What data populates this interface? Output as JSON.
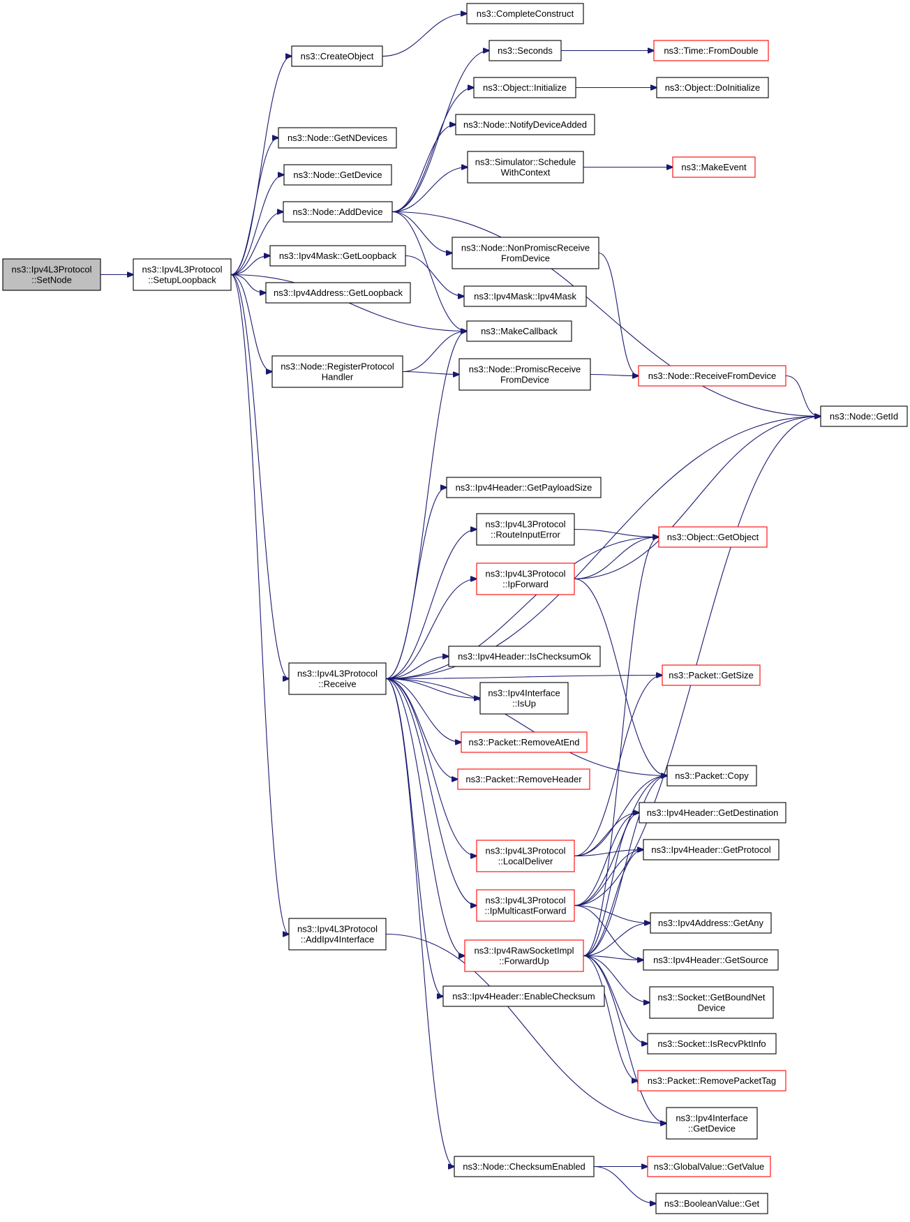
{
  "diagram": {
    "nodes": [
      {
        "id": "setnode",
        "lines": [
          "ns3::Ipv4L3Protocol",
          "::SetNode"
        ],
        "style": "root"
      },
      {
        "id": "setuploopback",
        "lines": [
          "ns3::Ipv4L3Protocol",
          "::SetupLoopback"
        ],
        "style": "normal"
      },
      {
        "id": "createobject",
        "lines": [
          "ns3::CreateObject"
        ],
        "style": "normal"
      },
      {
        "id": "completeconstruct",
        "lines": [
          "ns3::CompleteConstruct"
        ],
        "style": "normal"
      },
      {
        "id": "getndevices",
        "lines": [
          "ns3::Node::GetNDevices"
        ],
        "style": "normal"
      },
      {
        "id": "getdevice",
        "lines": [
          "ns3::Node::GetDevice"
        ],
        "style": "normal"
      },
      {
        "id": "adddevice",
        "lines": [
          "ns3::Node::AddDevice"
        ],
        "style": "normal"
      },
      {
        "id": "seconds",
        "lines": [
          "ns3::Seconds"
        ],
        "style": "normal"
      },
      {
        "id": "fromdouble",
        "lines": [
          "ns3::Time::FromDouble"
        ],
        "style": "red"
      },
      {
        "id": "initialize",
        "lines": [
          "ns3::Object::Initialize"
        ],
        "style": "normal"
      },
      {
        "id": "doinitialize",
        "lines": [
          "ns3::Object::DoInitialize"
        ],
        "style": "normal"
      },
      {
        "id": "notifydeviceadded",
        "lines": [
          "ns3::Node::NotifyDeviceAdded"
        ],
        "style": "normal"
      },
      {
        "id": "schedulewithcontext",
        "lines": [
          "ns3::Simulator::Schedule",
          "WithContext"
        ],
        "style": "normal"
      },
      {
        "id": "makeevent",
        "lines": [
          "ns3::MakeEvent"
        ],
        "style": "red"
      },
      {
        "id": "nonpromisc",
        "lines": [
          "ns3::Node::NonPromiscReceive",
          "FromDevice"
        ],
        "style": "normal"
      },
      {
        "id": "maskgetloopback",
        "lines": [
          "ns3::Ipv4Mask::GetLoopback"
        ],
        "style": "normal"
      },
      {
        "id": "ipv4mask",
        "lines": [
          "ns3::Ipv4Mask::Ipv4Mask"
        ],
        "style": "normal"
      },
      {
        "id": "addrgetloopback",
        "lines": [
          "ns3::Ipv4Address::GetLoopback"
        ],
        "style": "normal"
      },
      {
        "id": "makecallback",
        "lines": [
          "ns3::MakeCallback"
        ],
        "style": "normal"
      },
      {
        "id": "registerprotocol",
        "lines": [
          "ns3::Node::RegisterProtocol",
          "Handler"
        ],
        "style": "normal"
      },
      {
        "id": "promiscreceive",
        "lines": [
          "ns3::Node::PromiscReceive",
          "FromDevice"
        ],
        "style": "normal"
      },
      {
        "id": "receivefromdevice",
        "lines": [
          "ns3::Node::ReceiveFromDevice"
        ],
        "style": "red"
      },
      {
        "id": "getid",
        "lines": [
          "ns3::Node::GetId"
        ],
        "style": "normal"
      },
      {
        "id": "getpayloadsize",
        "lines": [
          "ns3::Ipv4Header::GetPayloadSize"
        ],
        "style": "normal"
      },
      {
        "id": "routeinputerror",
        "lines": [
          "ns3::Ipv4L3Protocol",
          "::RouteInputError"
        ],
        "style": "normal"
      },
      {
        "id": "getobject",
        "lines": [
          "ns3::Object::GetObject"
        ],
        "style": "red"
      },
      {
        "id": "ipforward",
        "lines": [
          "ns3::Ipv4L3Protocol",
          "::IpForward"
        ],
        "style": "red"
      },
      {
        "id": "receive",
        "lines": [
          "ns3::Ipv4L3Protocol",
          "::Receive"
        ],
        "style": "normal"
      },
      {
        "id": "ischecksumok",
        "lines": [
          "ns3::Ipv4Header::IsChecksumOk"
        ],
        "style": "normal"
      },
      {
        "id": "getsize",
        "lines": [
          "ns3::Packet::GetSize"
        ],
        "style": "red"
      },
      {
        "id": "isup",
        "lines": [
          "ns3::Ipv4Interface",
          "::IsUp"
        ],
        "style": "normal"
      },
      {
        "id": "removeatend",
        "lines": [
          "ns3::Packet::RemoveAtEnd"
        ],
        "style": "red"
      },
      {
        "id": "removeheader",
        "lines": [
          "ns3::Packet::RemoveHeader"
        ],
        "style": "red"
      },
      {
        "id": "copy",
        "lines": [
          "ns3::Packet::Copy"
        ],
        "style": "normal"
      },
      {
        "id": "getdestination",
        "lines": [
          "ns3::Ipv4Header::GetDestination"
        ],
        "style": "normal"
      },
      {
        "id": "localdeliver",
        "lines": [
          "ns3::Ipv4L3Protocol",
          "::LocalDeliver"
        ],
        "style": "red"
      },
      {
        "id": "getprotocol",
        "lines": [
          "ns3::Ipv4Header::GetProtocol"
        ],
        "style": "normal"
      },
      {
        "id": "ipmulticastforward",
        "lines": [
          "ns3::Ipv4L3Protocol",
          "::IpMulticastForward"
        ],
        "style": "red"
      },
      {
        "id": "getany",
        "lines": [
          "ns3::Ipv4Address::GetAny"
        ],
        "style": "normal"
      },
      {
        "id": "addipv4interface",
        "lines": [
          "ns3::Ipv4L3Protocol",
          "::AddIpv4Interface"
        ],
        "style": "normal"
      },
      {
        "id": "forwardup",
        "lines": [
          "ns3::Ipv4RawSocketImpl",
          "::ForwardUp"
        ],
        "style": "red"
      },
      {
        "id": "getsource",
        "lines": [
          "ns3::Ipv4Header::GetSource"
        ],
        "style": "normal"
      },
      {
        "id": "enablechecksum",
        "lines": [
          "ns3::Ipv4Header::EnableChecksum"
        ],
        "style": "normal"
      },
      {
        "id": "getboundnetdevice",
        "lines": [
          "ns3::Socket::GetBoundNet",
          "Device"
        ],
        "style": "normal"
      },
      {
        "id": "isrecvpktinfo",
        "lines": [
          "ns3::Socket::IsRecvPktInfo"
        ],
        "style": "normal"
      },
      {
        "id": "removepackettag",
        "lines": [
          "ns3::Packet::RemovePacketTag"
        ],
        "style": "red"
      },
      {
        "id": "ifacegetdevice",
        "lines": [
          "ns3::Ipv4Interface",
          "::GetDevice"
        ],
        "style": "normal"
      },
      {
        "id": "checksumenabled",
        "lines": [
          "ns3::Node::ChecksumEnabled"
        ],
        "style": "normal"
      },
      {
        "id": "globalgetvalue",
        "lines": [
          "ns3::GlobalValue::GetValue"
        ],
        "style": "red"
      },
      {
        "id": "booleanget",
        "lines": [
          "ns3::BooleanValue::Get"
        ],
        "style": "normal"
      }
    ],
    "edges": [
      [
        "setnode",
        "setuploopback"
      ],
      [
        "setuploopback",
        "createobject"
      ],
      [
        "setuploopback",
        "getndevices"
      ],
      [
        "setuploopback",
        "getdevice"
      ],
      [
        "setuploopback",
        "adddevice"
      ],
      [
        "setuploopback",
        "maskgetloopback"
      ],
      [
        "setuploopback",
        "addrgetloopback"
      ],
      [
        "setuploopback",
        "makecallback"
      ],
      [
        "setuploopback",
        "registerprotocol"
      ],
      [
        "setuploopback",
        "receive"
      ],
      [
        "setuploopback",
        "addipv4interface"
      ],
      [
        "createobject",
        "completeconstruct"
      ],
      [
        "adddevice",
        "seconds"
      ],
      [
        "adddevice",
        "initialize"
      ],
      [
        "adddevice",
        "notifydeviceadded"
      ],
      [
        "adddevice",
        "schedulewithcontext"
      ],
      [
        "adddevice",
        "nonpromisc"
      ],
      [
        "adddevice",
        "makecallback"
      ],
      [
        "adddevice",
        "getid"
      ],
      [
        "seconds",
        "fromdouble"
      ],
      [
        "initialize",
        "doinitialize"
      ],
      [
        "schedulewithcontext",
        "makeevent"
      ],
      [
        "nonpromisc",
        "receivefromdevice"
      ],
      [
        "maskgetloopback",
        "ipv4mask"
      ],
      [
        "registerprotocol",
        "makecallback"
      ],
      [
        "registerprotocol",
        "promiscreceive"
      ],
      [
        "promiscreceive",
        "receivefromdevice"
      ],
      [
        "receivefromdevice",
        "getid"
      ],
      [
        "receive",
        "makecallback"
      ],
      [
        "receive",
        "getid"
      ],
      [
        "receive",
        "getobject"
      ],
      [
        "receive",
        "getpayloadsize"
      ],
      [
        "receive",
        "routeinputerror"
      ],
      [
        "receive",
        "ipforward"
      ],
      [
        "receive",
        "getsize"
      ],
      [
        "receive",
        "ischecksumok"
      ],
      [
        "receive",
        "isup"
      ],
      [
        "receive",
        "removeatend"
      ],
      [
        "receive",
        "removeheader"
      ],
      [
        "receive",
        "copy"
      ],
      [
        "receive",
        "localdeliver"
      ],
      [
        "receive",
        "ipmulticastforward"
      ],
      [
        "receive",
        "forwardup"
      ],
      [
        "receive",
        "enablechecksum"
      ],
      [
        "receive",
        "checksumenabled"
      ],
      [
        "routeinputerror",
        "getobject"
      ],
      [
        "ipforward",
        "getobject"
      ],
      [
        "ipforward",
        "getid"
      ],
      [
        "ipforward",
        "copy"
      ],
      [
        "localdeliver",
        "getsize"
      ],
      [
        "localdeliver",
        "getdestination"
      ],
      [
        "localdeliver",
        "getprotocol"
      ],
      [
        "localdeliver",
        "copy"
      ],
      [
        "ipmulticastforward",
        "copy"
      ],
      [
        "ipmulticastforward",
        "getdestination"
      ],
      [
        "ipmulticastforward",
        "getid"
      ],
      [
        "ipmulticastforward",
        "getany"
      ],
      [
        "ipmulticastforward",
        "getsource"
      ],
      [
        "ipmulticastforward",
        "getprotocol"
      ],
      [
        "forwardup",
        "getobject"
      ],
      [
        "forwardup",
        "copy"
      ],
      [
        "forwardup",
        "getdestination"
      ],
      [
        "forwardup",
        "getprotocol"
      ],
      [
        "forwardup",
        "getany"
      ],
      [
        "forwardup",
        "getsource"
      ],
      [
        "forwardup",
        "getboundnetdevice"
      ],
      [
        "forwardup",
        "isrecvpktinfo"
      ],
      [
        "forwardup",
        "removepackettag"
      ],
      [
        "forwardup",
        "ifacegetdevice"
      ],
      [
        "addipv4interface",
        "ifacegetdevice"
      ],
      [
        "checksumenabled",
        "globalgetvalue"
      ],
      [
        "checksumenabled",
        "booleanget"
      ]
    ]
  }
}
